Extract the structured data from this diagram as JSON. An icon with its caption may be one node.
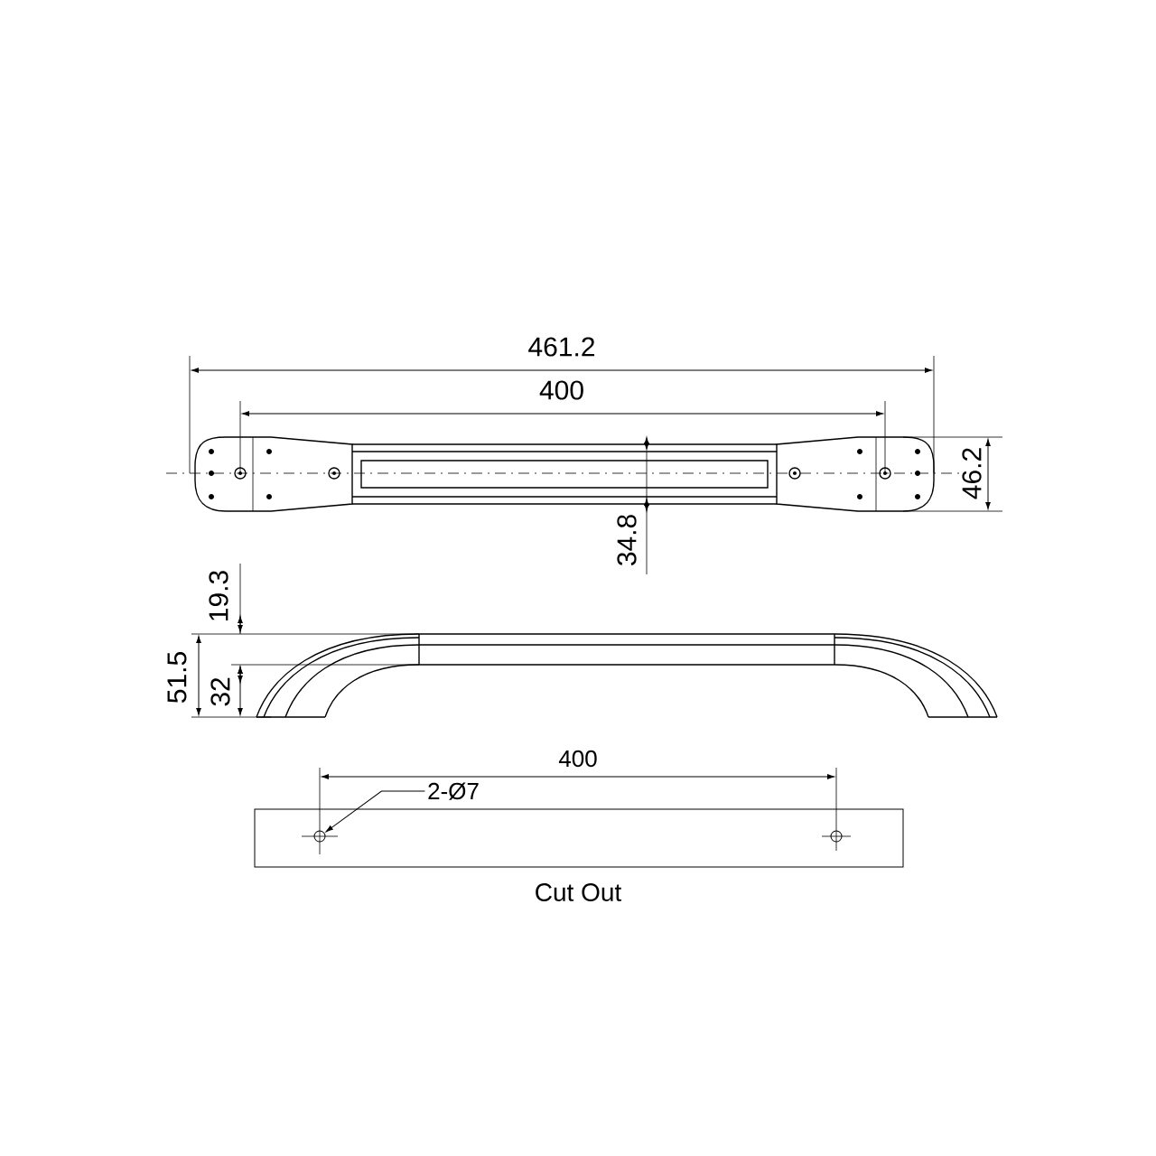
{
  "diagram": {
    "nodes": [
      {
        "text": [
          "2-Ø7"
        ]
      },
      {
        "text": [],
        "shape": "circle"
      }
    ],
    "edges": [
      {
        "from": 0,
        "to": 1,
        "arrow": "to"
      }
    ],
    "labels": [
      "461.2",
      "400",
      "46.2",
      "34.8",
      "19.3",
      "51.5",
      "32",
      "400",
      "Cut Out"
    ]
  }
}
